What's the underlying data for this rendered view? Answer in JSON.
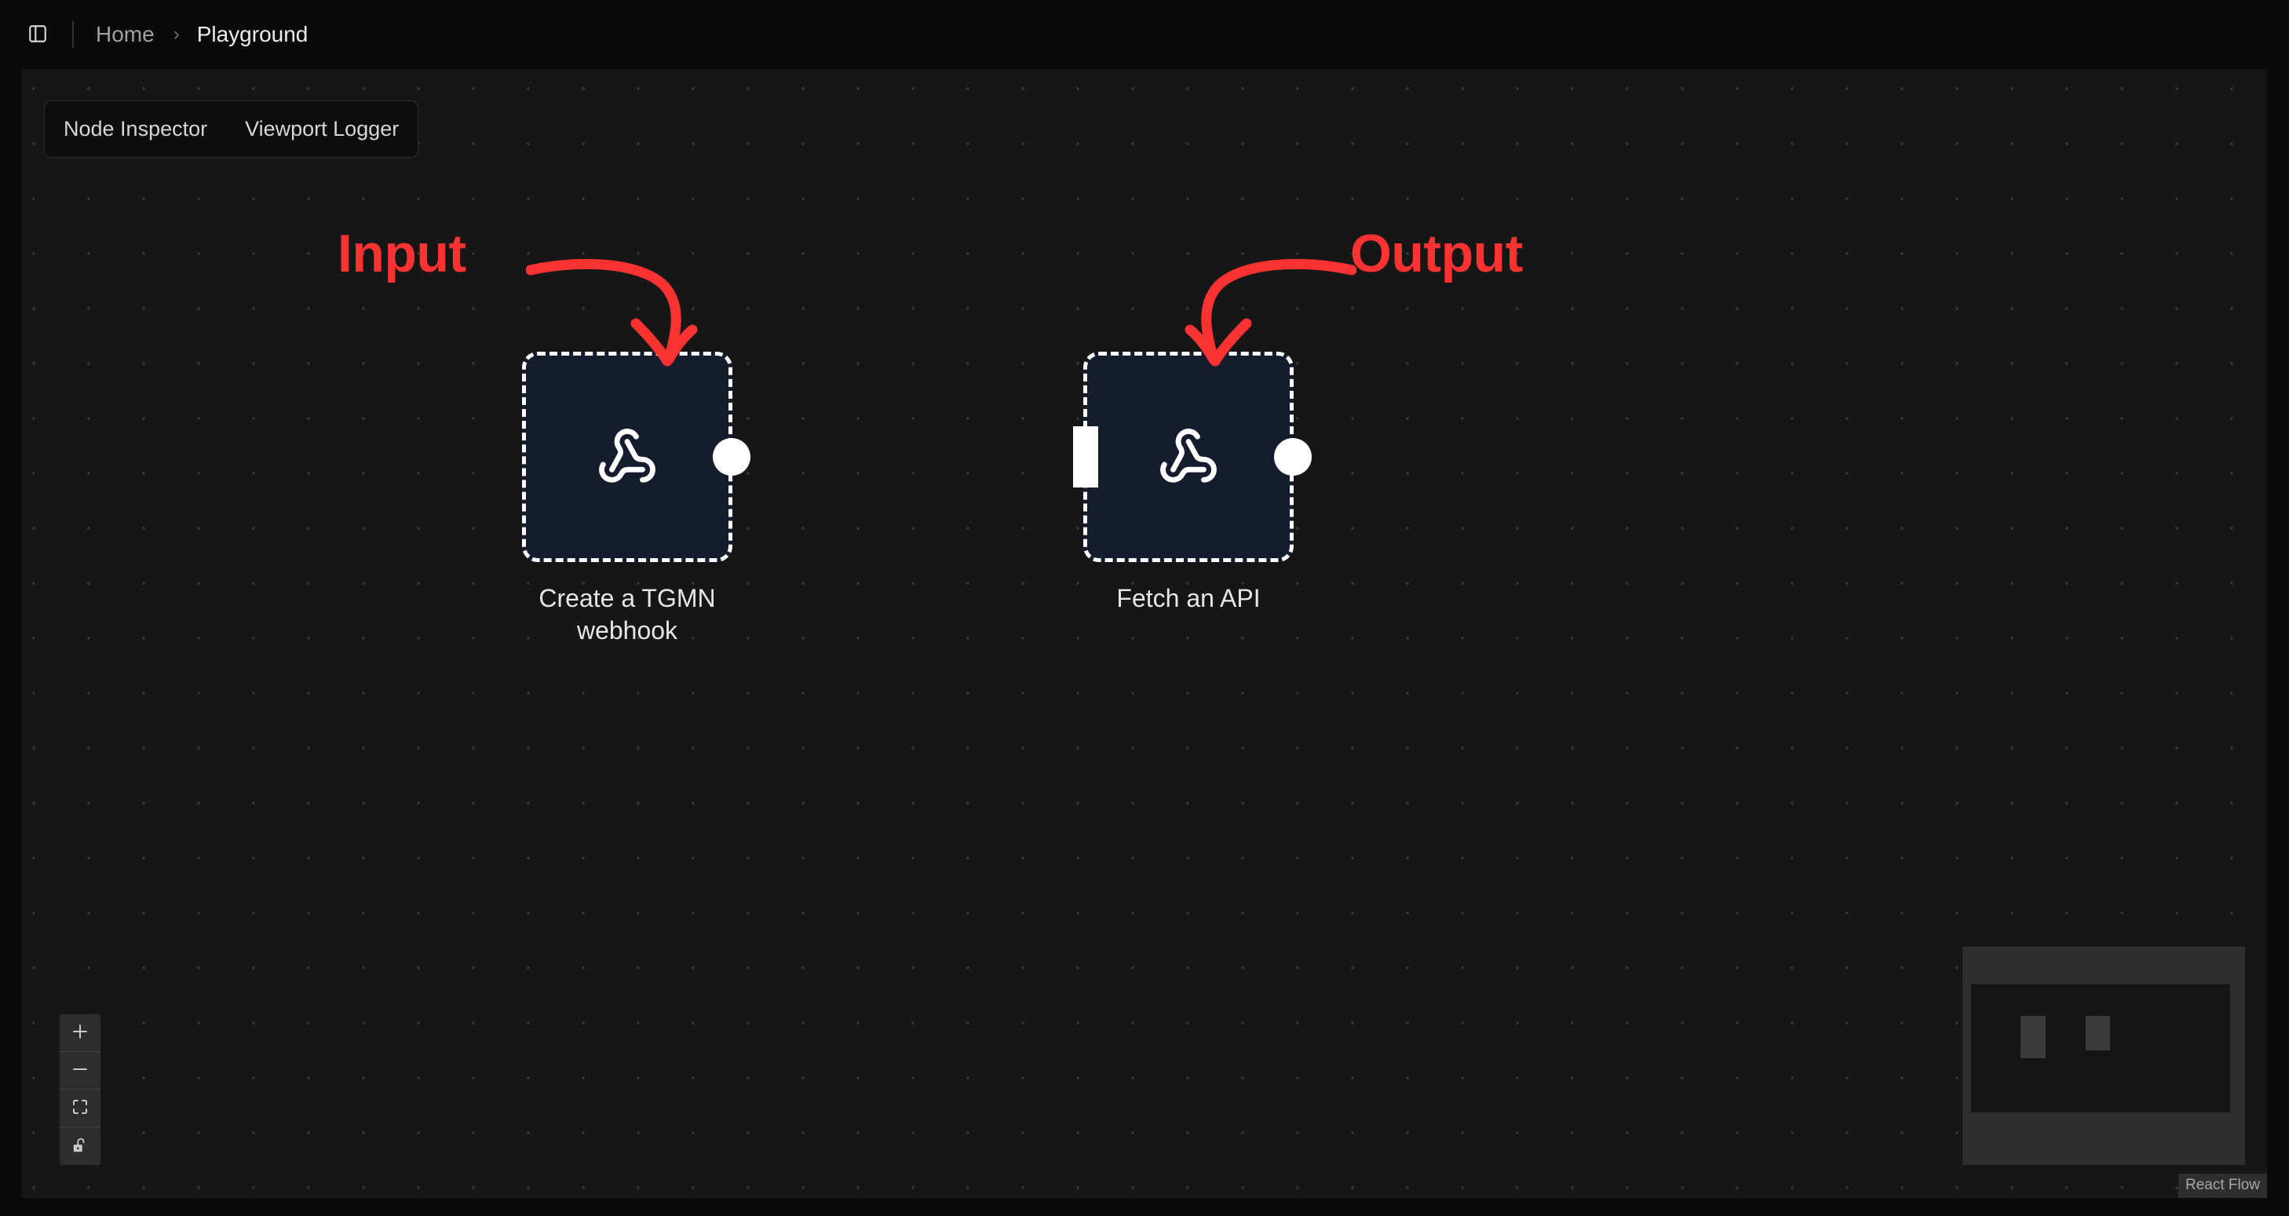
{
  "header": {
    "sidebar_toggle_icon": "panel-left-icon",
    "breadcrumb": {
      "home_label": "Home",
      "separator": "›",
      "current_label": "Playground"
    }
  },
  "tool_panel": {
    "node_inspector_label": "Node Inspector",
    "viewport_logger_label": "Viewport Logger"
  },
  "canvas": {
    "background": "#161616",
    "dot_color": "#3a3a3a",
    "nodes": [
      {
        "id": "node-1",
        "label": "Create a TGMN webhook",
        "icon": "webhook-icon",
        "fill": "#141c2e",
        "border_color": "#ffffff",
        "has_target_handle": false,
        "has_source_handle": true
      },
      {
        "id": "node-2",
        "label": "Fetch an API",
        "icon": "webhook-icon",
        "fill": "#141c2e",
        "border_color": "#ffffff",
        "has_target_handle": true,
        "has_source_handle": true
      }
    ],
    "annotations": [
      {
        "id": "annot-input",
        "text": "Input",
        "color": "#fa3232",
        "arrow": "curved-arrow-down-right"
      },
      {
        "id": "annot-output",
        "text": "Output",
        "color": "#fa3232",
        "arrow": "curved-arrow-down-left"
      }
    ]
  },
  "controls": {
    "zoom_in_icon": "plus-icon",
    "zoom_out_icon": "minus-icon",
    "fit_view_icon": "fit-view-icon",
    "lock_icon": "unlock-icon"
  },
  "minimap": {
    "background": "#2e2e2e",
    "mask_color": "#151515",
    "node_color": "#3a3a3a"
  },
  "attribution": {
    "label": "React Flow"
  }
}
